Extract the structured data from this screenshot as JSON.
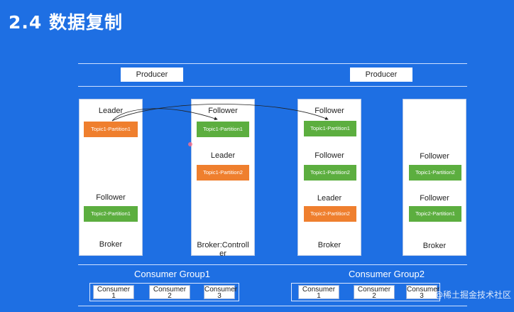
{
  "title": "2.4 数据复制",
  "producers": [
    "Producer",
    "Producer"
  ],
  "brokers": [
    {
      "roles": [
        "Leader",
        "Follower"
      ],
      "partitions": [
        "Topic1-Partition1",
        "Topic2-Partition1"
      ],
      "name": "Broker"
    },
    {
      "roles": [
        "Follower",
        "Leader"
      ],
      "partitions": [
        "Topic1-Partition1",
        "Topic1-Partition2"
      ],
      "name_line1": "Broker:Controll",
      "name_line2": "er"
    },
    {
      "roles": [
        "Follower",
        "Follower",
        "Leader"
      ],
      "partitions": [
        "Topic1-Partition1",
        "Topic1-Partition2",
        "Topic2-Partition2"
      ],
      "name": "Broker"
    },
    {
      "roles": [
        "Follower",
        "Follower"
      ],
      "partitions": [
        "Topic1-Partition2",
        "Topic2-Partition1"
      ],
      "name": "Broker"
    }
  ],
  "groups": [
    {
      "title": "Consumer Group1",
      "consumers": [
        {
          "line1": "Consumer",
          "line2": "1"
        },
        {
          "line1": "Consumer",
          "line2": "2"
        },
        {
          "line1": "Consumer",
          "line2": "3"
        }
      ]
    },
    {
      "title": "Consumer Group2",
      "consumers": [
        {
          "line1": "Consumer",
          "line2": "1"
        },
        {
          "line1": "Consumer",
          "line2": "2"
        },
        {
          "line1": "Consumer",
          "line2": "3"
        }
      ]
    }
  ],
  "watermark": "@稀土掘金技术社区",
  "colors": {
    "background": "#1e6fe3",
    "leader_partition": "#ef7f2e",
    "follower_partition": "#5cae3f"
  }
}
